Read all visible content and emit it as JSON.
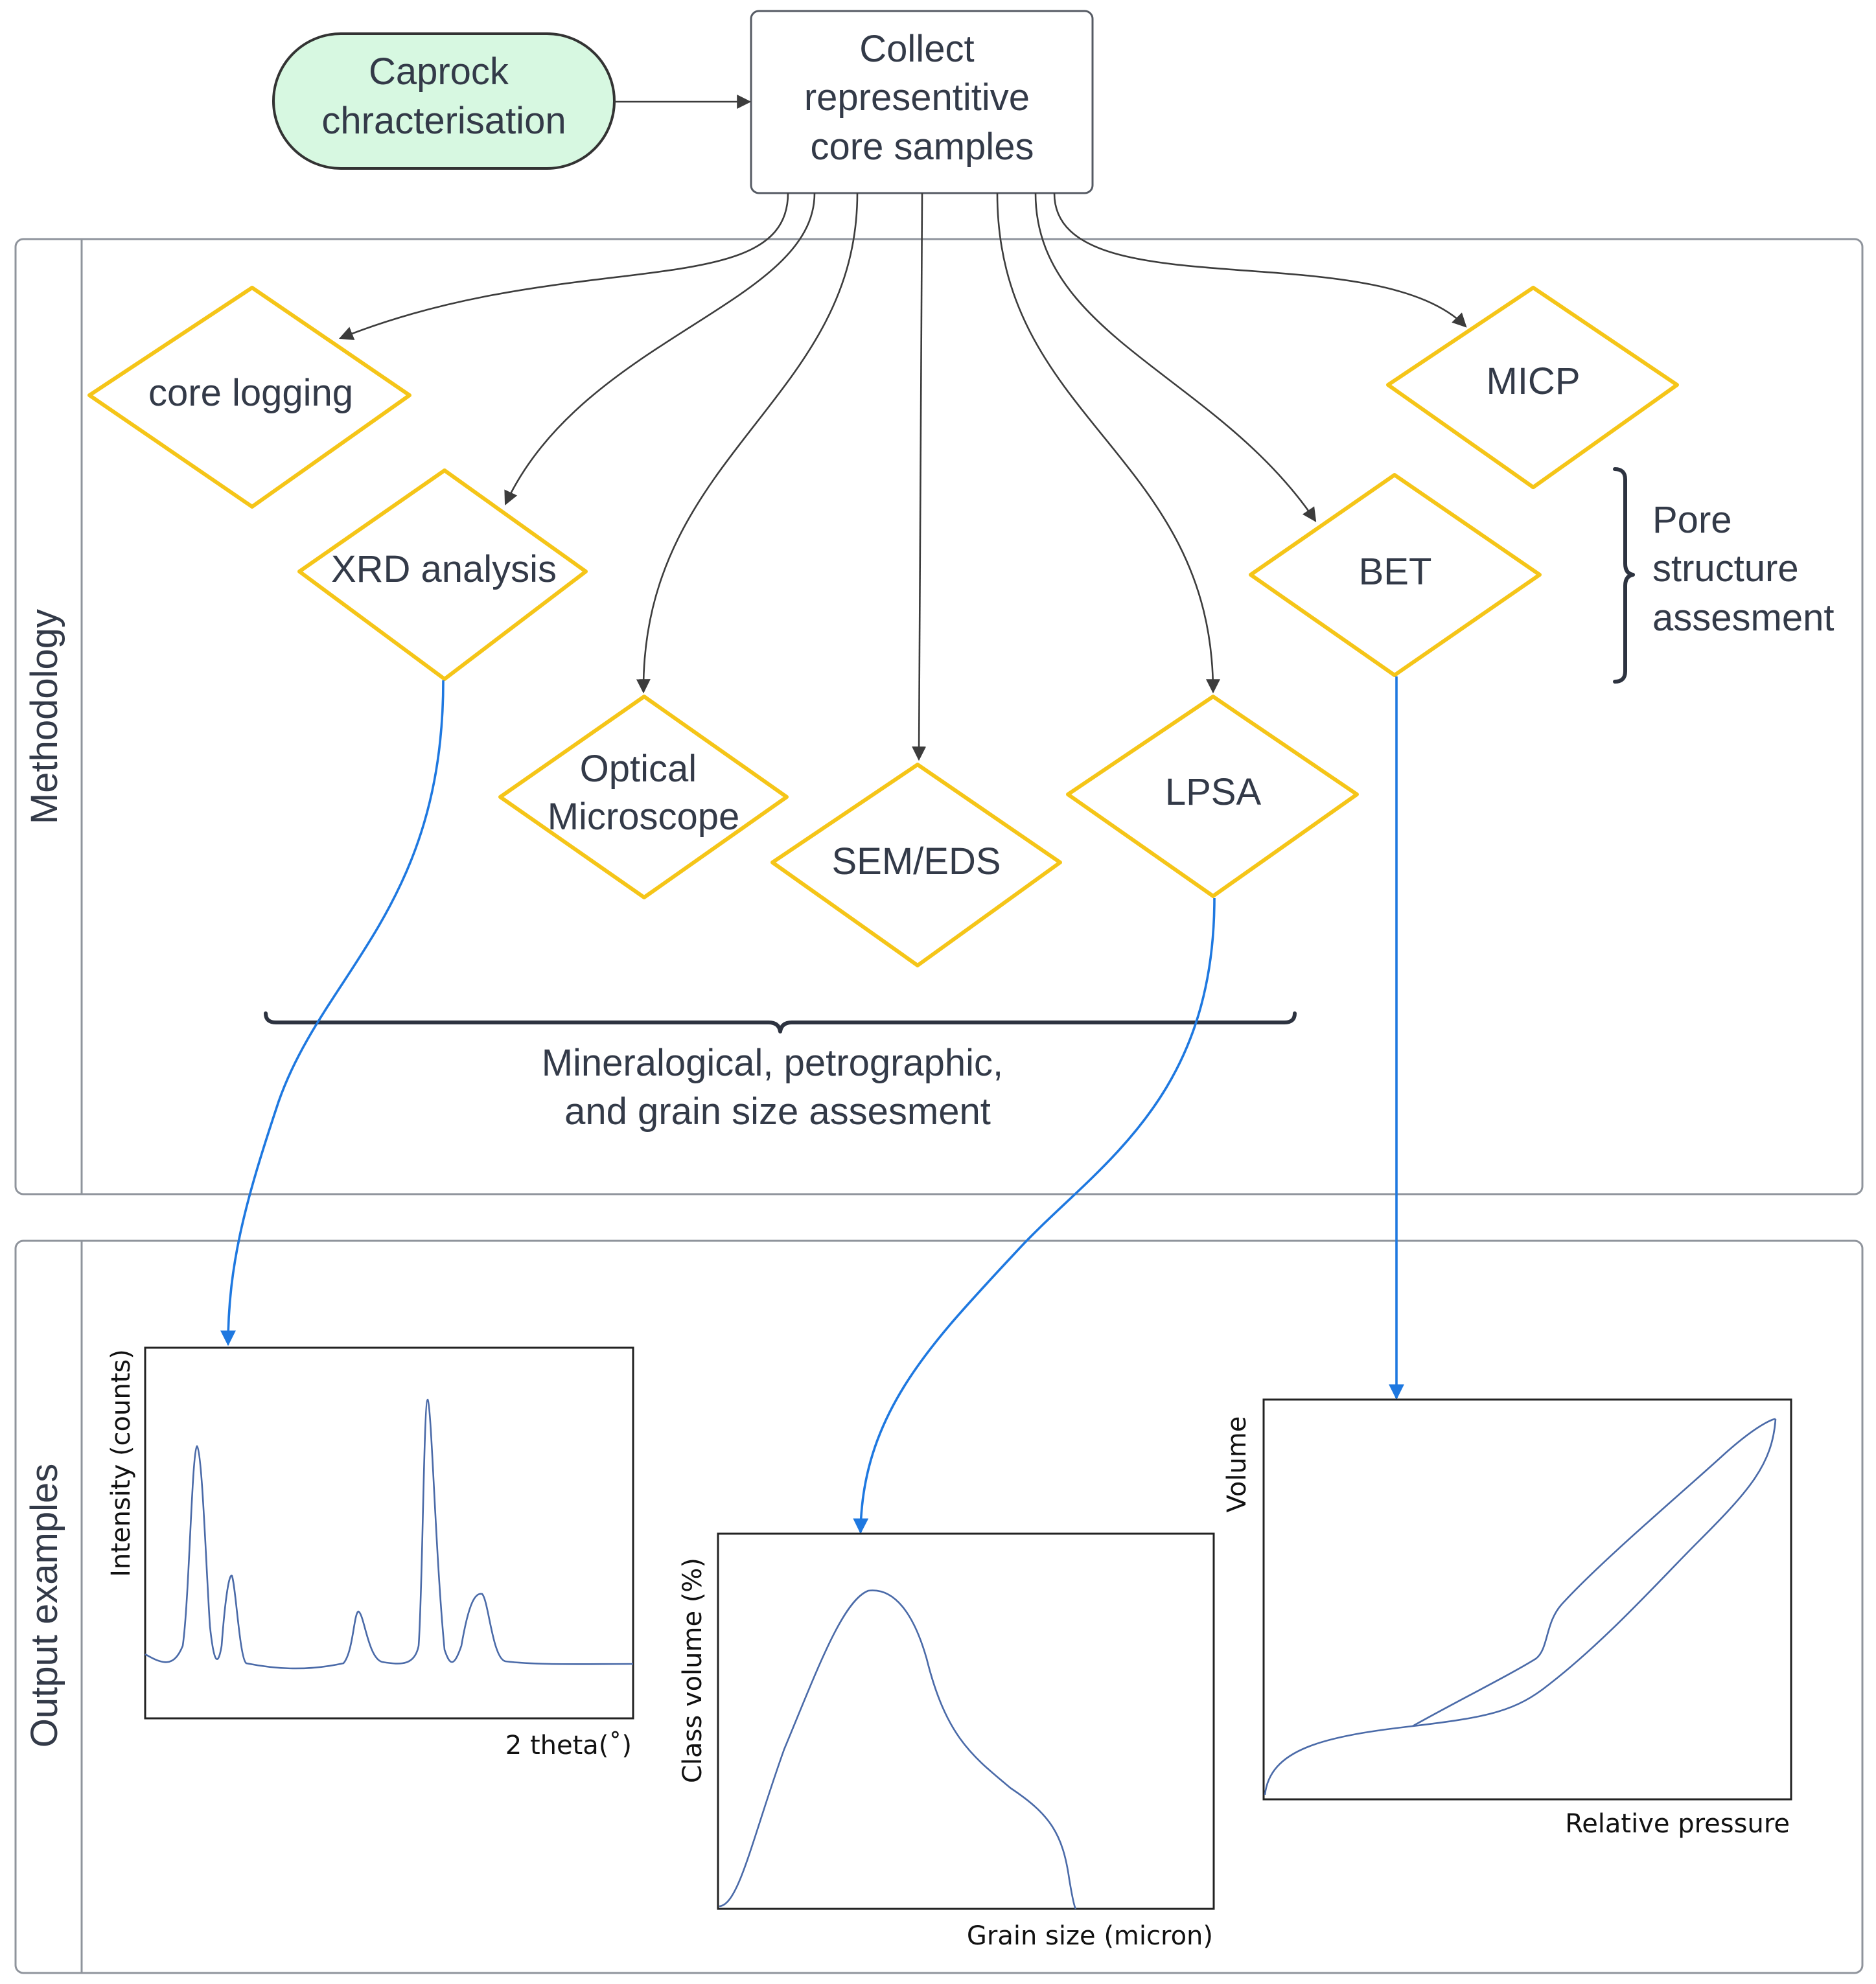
{
  "header": {
    "start_node": {
      "lines": [
        "Caprock",
        "chracterisation"
      ],
      "fill": "#d7f8e1",
      "stroke": "#333333"
    },
    "collect_node": {
      "lines": [
        "Collect",
        "representitive",
        "core samples"
      ]
    }
  },
  "lanes": {
    "methodology": "Methodology",
    "output": "Output examples"
  },
  "methods": [
    {
      "key": "core-logging",
      "lines": [
        "core logging"
      ]
    },
    {
      "key": "xrd",
      "lines": [
        "XRD analysis"
      ]
    },
    {
      "key": "optical",
      "lines": [
        "Optical",
        "Microscope"
      ]
    },
    {
      "key": "sem",
      "lines": [
        "SEM/EDS"
      ]
    },
    {
      "key": "lpsa",
      "lines": [
        "LPSA"
      ]
    },
    {
      "key": "bet",
      "lines": [
        "BET"
      ]
    },
    {
      "key": "micp",
      "lines": [
        "MICP"
      ]
    }
  ],
  "groups": {
    "pore": [
      "Pore",
      "structure",
      "assesment"
    ],
    "mineral": [
      "Mineralogical, petrographic,",
      "and grain size assesment"
    ]
  },
  "colors": {
    "diamond_stroke": "#f5c518",
    "output_arrow": "#1e78e0",
    "flow_arrow": "#3c3c3c",
    "curve": "#4a6aa8"
  },
  "plots": {
    "xrd": {
      "ylabel": "Intensity (counts)",
      "xlabel": "2 theta(˚)"
    },
    "lpsa": {
      "ylabel": "Class volume (%)",
      "xlabel": "Grain size (micron)"
    },
    "bet": {
      "ylabel": "Volume",
      "xlabel": "Relative pressure"
    }
  }
}
